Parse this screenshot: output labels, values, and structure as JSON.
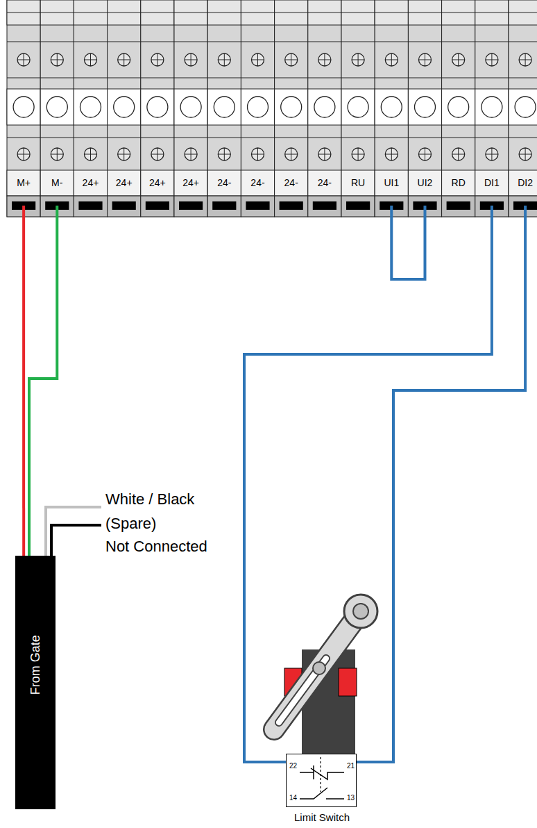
{
  "diagram": {
    "nodes": [
      {
        "text": [
          "M+"
        ]
      },
      {
        "text": [
          "M-"
        ]
      },
      {
        "text": [
          "24+"
        ]
      },
      {
        "text": [
          "24+"
        ]
      },
      {
        "text": [
          "24+"
        ]
      },
      {
        "text": [
          "24+"
        ]
      },
      {
        "text": [
          "24-"
        ]
      },
      {
        "text": [
          "24-"
        ]
      },
      {
        "text": [
          "24-"
        ]
      },
      {
        "text": [
          "24-"
        ]
      },
      {
        "text": [
          "RU"
        ]
      },
      {
        "text": [
          "UI1"
        ]
      },
      {
        "text": [
          "UI2"
        ]
      },
      {
        "text": [
          "RD"
        ]
      },
      {
        "text": [
          "DI1"
        ]
      },
      {
        "text": [
          "DI2"
        ]
      },
      {
        "text": [
          "From Gate"
        ]
      },
      {
        "text": [
          "22",
          "21",
          "14",
          "13",
          "Limit Switch"
        ]
      }
    ],
    "edges": [
      {
        "from": 0,
        "to": 16,
        "arrow": "none"
      },
      {
        "from": 1,
        "to": 16,
        "arrow": "none"
      },
      {
        "from": 11,
        "to": 12,
        "arrow": "none"
      },
      {
        "from": 14,
        "to": 17,
        "arrow": "none"
      },
      {
        "from": 15,
        "to": 17,
        "arrow": "none"
      }
    ],
    "labels": [
      "White / Black",
      "(Spare)",
      "Not Connected"
    ]
  }
}
